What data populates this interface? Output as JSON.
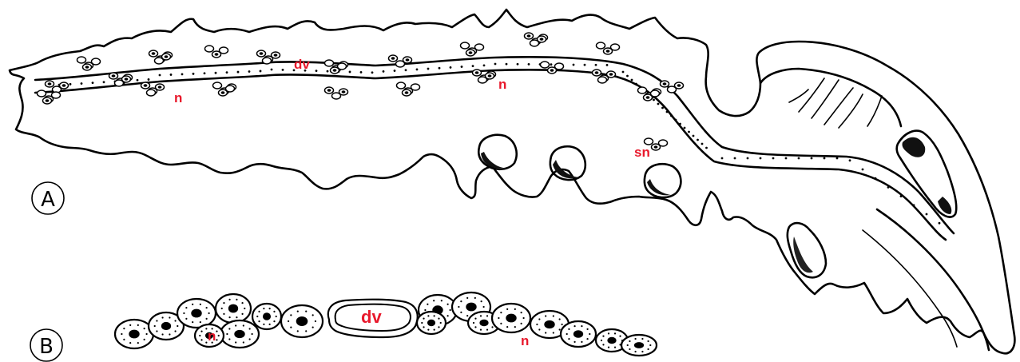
{
  "panels": {
    "a": {
      "letter": "A",
      "labels": {
        "dv": "dv",
        "n_left": "n",
        "n_mid": "n",
        "sn": "sn"
      }
    },
    "b": {
      "letter": "B",
      "labels": {
        "dv": "dv",
        "n_left": "n",
        "n_right": "n"
      }
    }
  },
  "colors": {
    "label": "#e8192c",
    "line": "#000000",
    "background": "#ffffff"
  }
}
